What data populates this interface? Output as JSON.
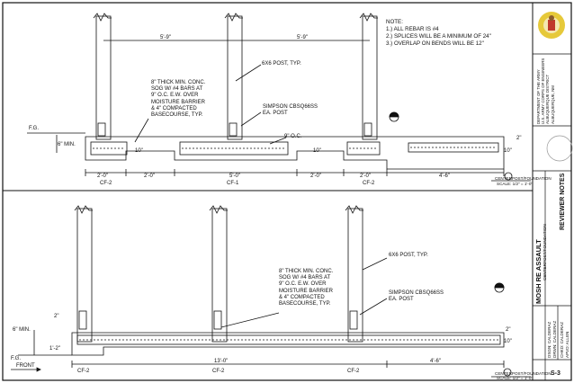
{
  "notes": {
    "title": "NOTE:",
    "items": [
      "1.) ALL REBAR IS #4",
      "2.) SPLICES WILL BE A MINIMUM OF 24\"",
      "3.) OVERLAP ON BENDS WILL BE 12\""
    ]
  },
  "plan1": {
    "span_left": "5'-9\"",
    "span_right": "5'-9\"",
    "post_label": "6X6 POST, TYP.",
    "slab_note": [
      "8\" THICK MIN. CONC.",
      "SOG W/ #4 BARS AT",
      "9\" O.C. E.W. OVER",
      "MOISTURE BARRIER",
      "& 4\" COMPACTED",
      "BASECOURSE, TYP."
    ],
    "anchor": [
      "SIMPSON CBSQ66SS",
      "EA. POST"
    ],
    "spacing": "9\" O.C.",
    "fg": "F.G.",
    "min": "6\" MIN.",
    "dim_10a": "10\"",
    "dim_10b": "10\"",
    "dim_10c": "10\"",
    "dim_2": "2\"",
    "bottom_dims": [
      "2'-0\"",
      "2'-0\"",
      "5'-0\"",
      "2'-0\"",
      "2'-0\"",
      "4'-6\""
    ],
    "footings": [
      "CF-2",
      "CF-1",
      "CF-2"
    ],
    "section_caption": "CENTERPOST/FOUNDATION",
    "section_scale": "SCALE: 1/2\" = 1'-0\""
  },
  "plan2": {
    "post_label": "6X6 POST, TYP.",
    "slab_note": [
      "8\" THICK MIN. CONC.",
      "SOG W/ #4 BARS AT",
      "9\" O.C. E.W. OVER",
      "MOISTURE BARRIER",
      "& 4\" COMPACTED",
      "BASECOURSE, TYP."
    ],
    "anchor": [
      "SIMPSON CBSQ66SS",
      "EA. POST"
    ],
    "dim_2a": "2\"",
    "dim_2b": "2\"",
    "min": "6\" MIN.",
    "dim_12": "1'-2\"",
    "fg": "F.G.",
    "front": "FRONT",
    "dim_10": "10\"",
    "span": "13'-0\"",
    "span_right": "4'-6\"",
    "footings": [
      "CF-2",
      "CF-2",
      "CF-2"
    ],
    "section_caption": "CENTERPOST/FOUNDATION",
    "section_scale": "SCALE: 1/2\" = 1'-0\""
  },
  "titleblock": {
    "company_lines": [
      "DEPARTMENT OF THE ARMY",
      "U.S. ARMY CORPS OF ENGINEERS",
      "ALBUQUERQUE DISTRICT",
      "ALBUQUERQUE, NM"
    ],
    "sheet_title": "REVIEWER NOTES",
    "project": "MOSH RE ASSAULT",
    "subtitle": "CENTERPOST/FOUNDATION",
    "drawn": "DSGN: CALDERAZ",
    "checked": "DRWN: CALDERAZ",
    "reviewed": "CHKD: CALDERAZ",
    "approved": "APVD: ALLEN",
    "sheet_no": "S-3"
  },
  "colors": {
    "line": "#111111",
    "rebar": "#222222",
    "badge_yellow": "#e6c93a",
    "badge_red": "#c0392b"
  }
}
